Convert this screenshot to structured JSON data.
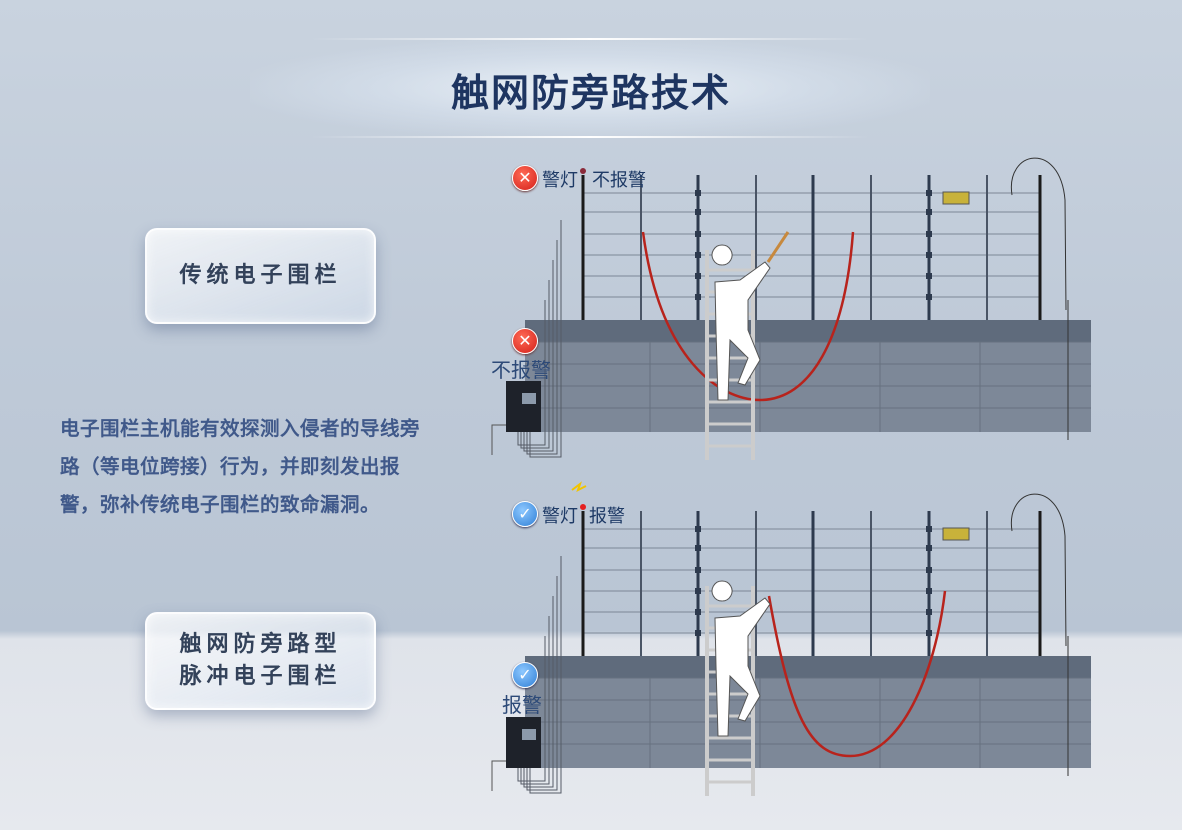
{
  "title": "触网防旁路技术",
  "cards": {
    "traditional": "传统电子围栏",
    "bypass_line1": "触网防旁路型",
    "bypass_line2": "脉冲电子围栏"
  },
  "description": "电子围栏主机能有效探测入侵者的导线旁路（等电位跨接）行为，并即刻发出报警，弥补传统电子围栏的致命漏洞。",
  "panels": {
    "top": {
      "light_label": "警灯",
      "light_status": "不报警",
      "host_status": "不报警",
      "status_icon": "x-circle-icon"
    },
    "bottom": {
      "light_label": "警灯",
      "light_status": "报警",
      "host_status": "报警",
      "status_icon": "check-circle-icon"
    }
  },
  "colors": {
    "title": "#1e3561",
    "text": "#40598a",
    "cable": "#b8231c",
    "wall": "#7d8898"
  }
}
